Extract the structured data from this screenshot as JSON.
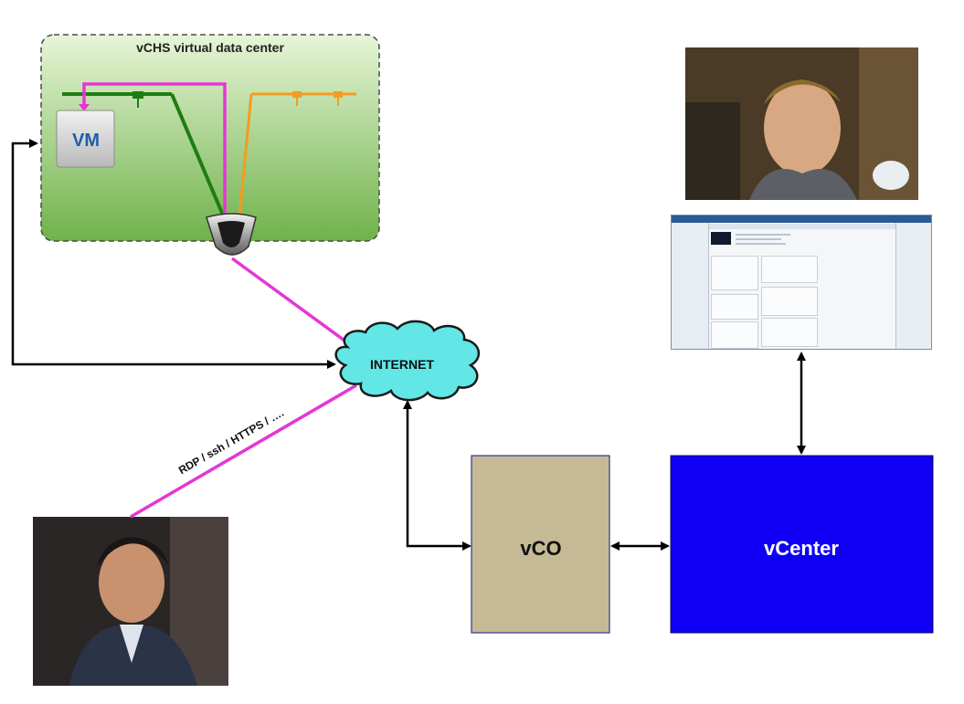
{
  "datacenter": {
    "title": "vCHS virtual data center",
    "vm_label": "VM"
  },
  "internet": {
    "label": "INTERNET"
  },
  "protocols": {
    "label": "RDP / ssh / HTTPS / …."
  },
  "vco": {
    "label": "vCO"
  },
  "vcenter": {
    "label": "vCenter"
  },
  "colors": {
    "datacenter_fill_top": "#e7f5d7",
    "datacenter_fill_bottom": "#6fb24a",
    "green_network": "#1e7d12",
    "orange_network": "#f39c1f",
    "magenta_path": "#e536d6",
    "cloud_fill": "#62e6e6",
    "vco_fill": "#c6b995",
    "vcenter_fill": "#0f00f5",
    "arrow": "#000000"
  }
}
